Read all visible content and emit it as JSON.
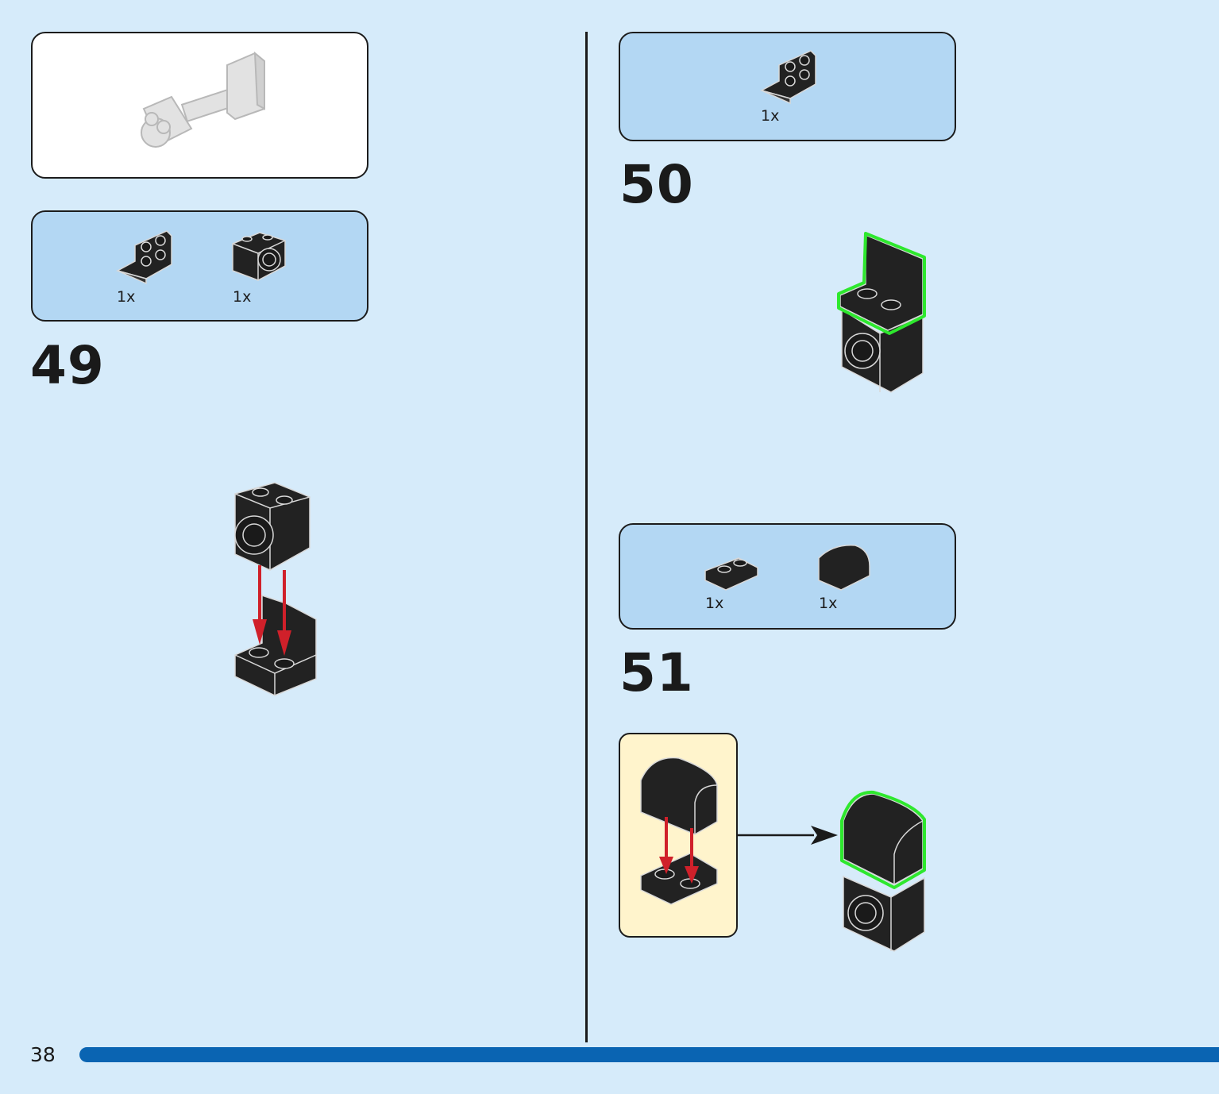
{
  "page": {
    "number": "38"
  },
  "colors": {
    "background": "#d6ebfa",
    "parts_box": "#b3d7f3",
    "subassembly_box": "#fff4cc",
    "progress_bar": "#0a64b2",
    "highlight": "#2ee82e",
    "arrow_red": "#d0202a"
  },
  "steps": [
    {
      "number": "49",
      "parts": [
        {
          "icon": "bracket-1x2-2x2-icon",
          "qty": "1x"
        },
        {
          "icon": "brick-round-hole-icon",
          "qty": "1x"
        }
      ]
    },
    {
      "number": "50",
      "parts": [
        {
          "icon": "bracket-1x2-2x2-icon",
          "qty": "1x"
        }
      ]
    },
    {
      "number": "51",
      "parts": [
        {
          "icon": "plate-1x2-icon",
          "qty": "1x"
        },
        {
          "icon": "curved-slope-icon",
          "qty": "1x"
        }
      ]
    }
  ]
}
